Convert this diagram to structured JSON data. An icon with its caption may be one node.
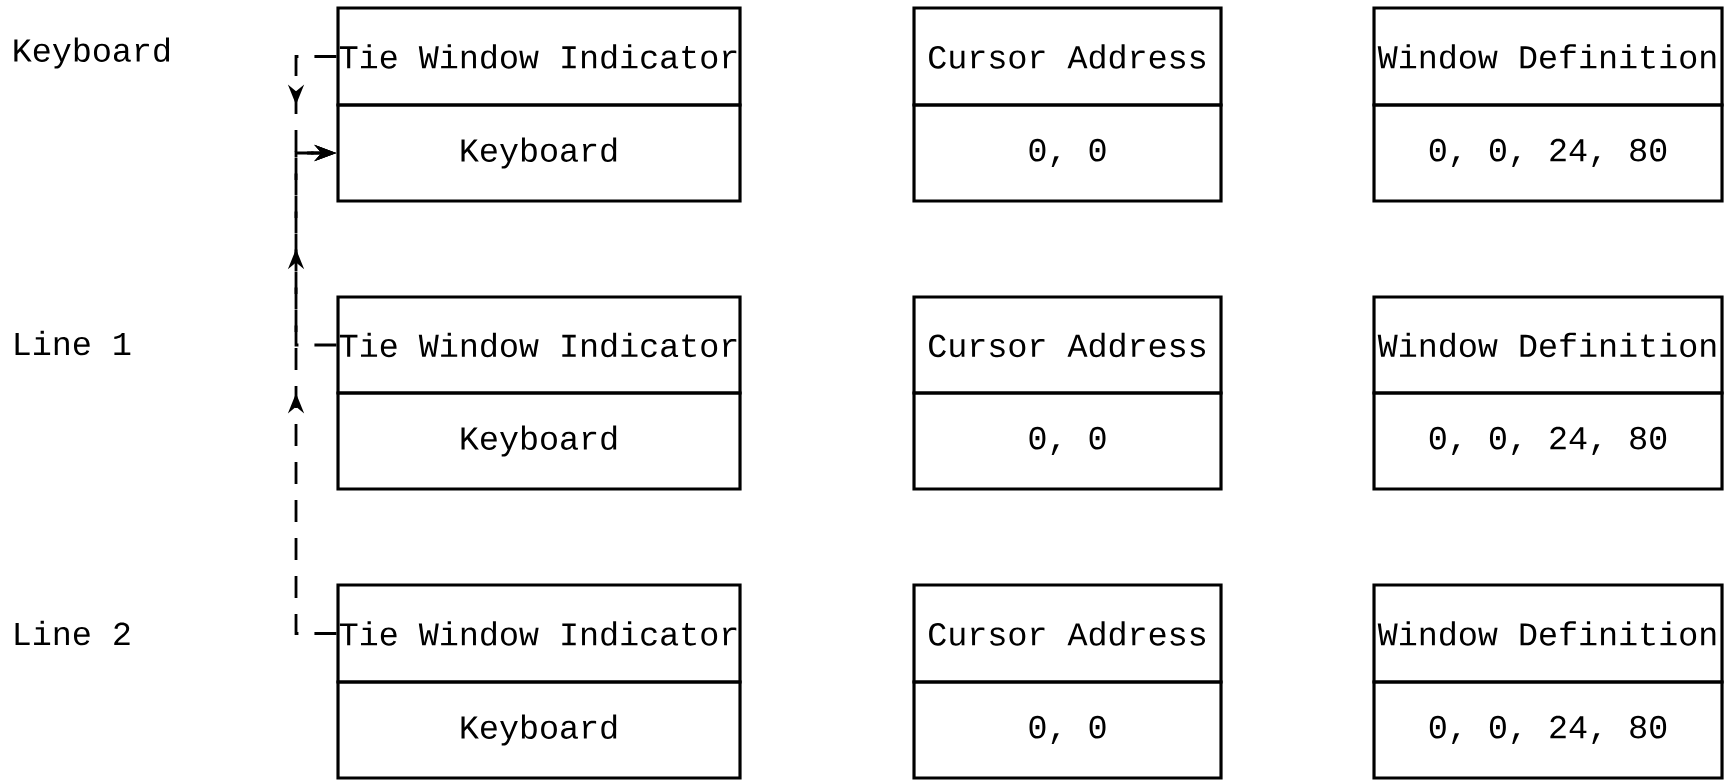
{
  "diagram": {
    "nodes": [
      {
        "text": [
          "Tie Window Indicator"
        ]
      },
      {
        "text": [
          "Keyboard"
        ]
      },
      {
        "text": [
          "Cursor Address"
        ]
      },
      {
        "text": [
          "0, 0"
        ]
      },
      {
        "text": [
          "Window Definition"
        ]
      },
      {
        "text": [
          "0, 0, 24, 80"
        ]
      },
      {
        "text": [
          "Tie Window Indicator"
        ]
      },
      {
        "text": [
          "Keyboard"
        ]
      },
      {
        "text": [
          "Cursor Address"
        ]
      },
      {
        "text": [
          "0, 0"
        ]
      },
      {
        "text": [
          "Window Definition"
        ]
      },
      {
        "text": [
          "0, 0, 24, 80"
        ]
      },
      {
        "text": [
          "Tie Window Indicator"
        ]
      },
      {
        "text": [
          "Keyboard"
        ]
      },
      {
        "text": [
          "Cursor Address"
        ]
      },
      {
        "text": [
          "0, 0"
        ]
      },
      {
        "text": [
          "Window Definition"
        ]
      },
      {
        "text": [
          "0, 0, 24, 80"
        ]
      }
    ],
    "edges": [
      {
        "from": 0,
        "to": 1,
        "arrow": "to",
        "style": "dashed"
      },
      {
        "from": 6,
        "to": 1,
        "arrow": "to",
        "style": "dashed"
      },
      {
        "from": 12,
        "to": 1,
        "arrow": "to",
        "style": "dashed"
      }
    ],
    "labels": [
      "Keyboard",
      "Line 1",
      "Line 2"
    ]
  }
}
